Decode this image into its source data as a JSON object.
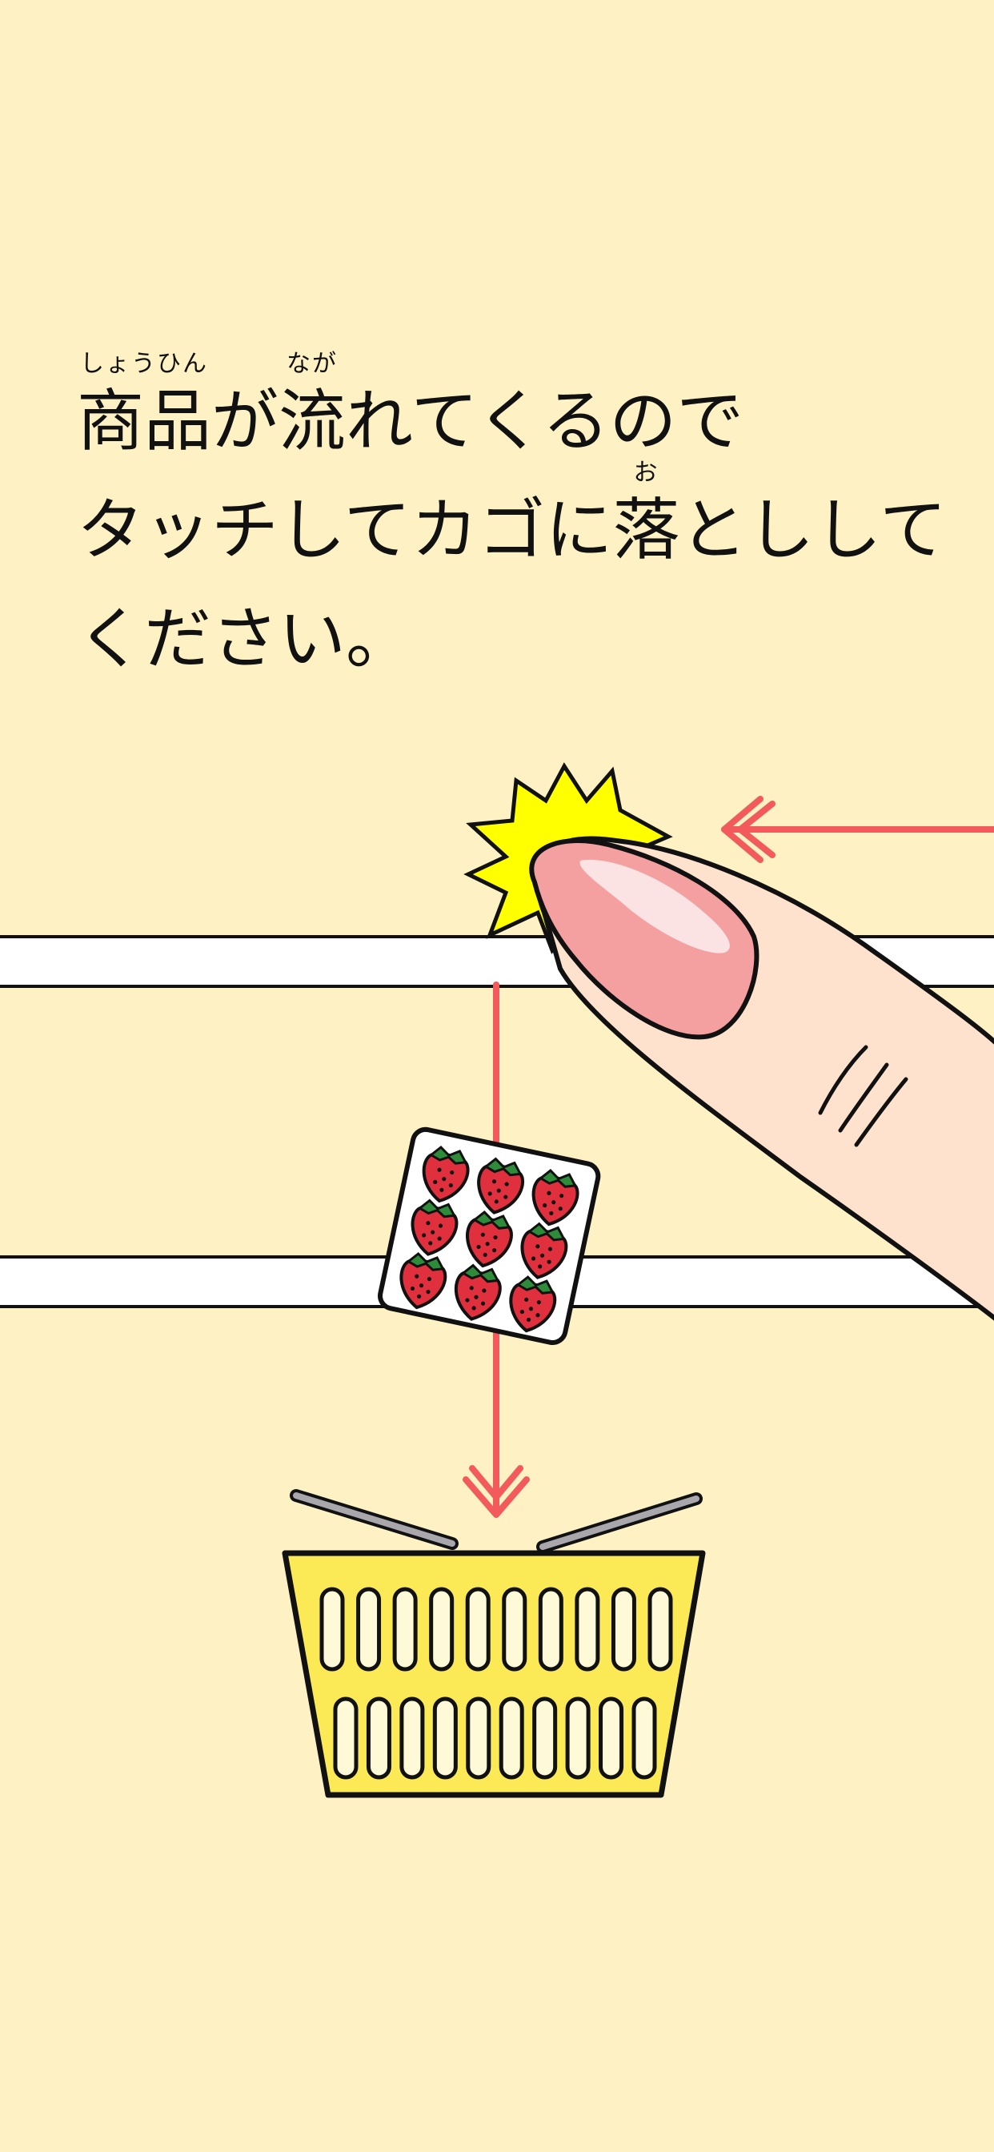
{
  "instructions": {
    "line1": {
      "word1": "商品",
      "word1_ruby": "しょうひん",
      "part2": "が",
      "word2": "流",
      "word2_ruby": "なが",
      "part3": "れてくるので"
    },
    "line2": {
      "part1": "タッチしてカゴに",
      "word1": "落",
      "word1_ruby": "お",
      "part2": "としして"
    },
    "line3": {
      "text": "ください。"
    }
  },
  "colors": {
    "background": "#FEF2C5",
    "conveyor": "#FFFFFF",
    "arrow": "#F25A5C",
    "basket": "#FBEA55",
    "burst": "#FFFF00",
    "finger_skin": "#FEE2CD",
    "fingernail": "#F5A0A0",
    "strawberry": "#E0303E",
    "leaf": "#2E8B3A"
  },
  "illustration": {
    "icons": [
      "finger-icon",
      "tap-burst-icon",
      "strawberry-pack-icon",
      "shopping-basket-icon",
      "swipe-arrow-icon",
      "drop-arrow-icon"
    ]
  }
}
